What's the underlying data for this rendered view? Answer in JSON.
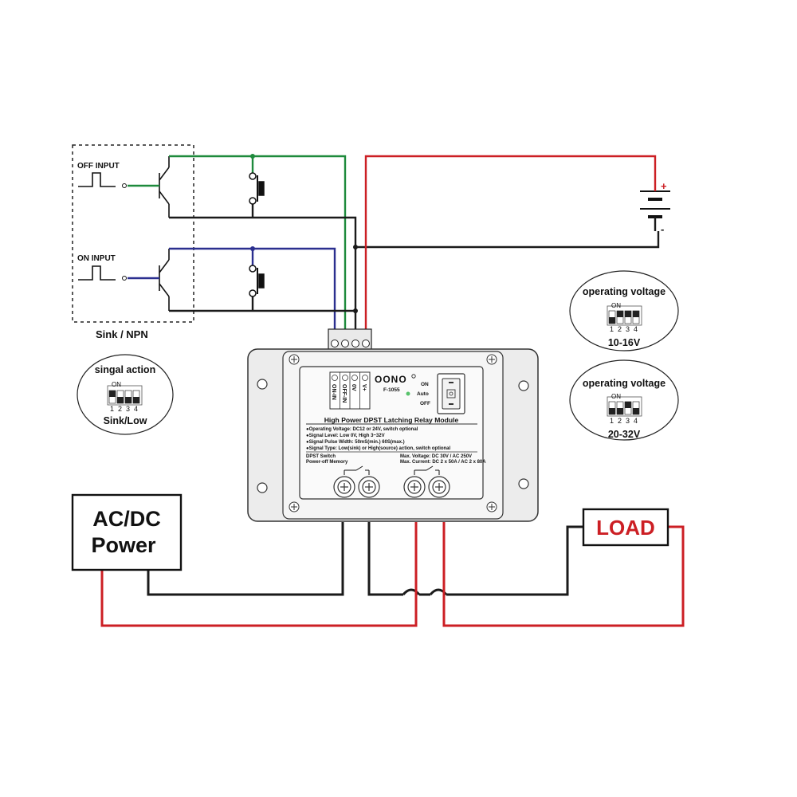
{
  "inputs": {
    "off_label": "OFF INPUT",
    "on_label": "ON INPUT",
    "group_label": "Sink / NPN"
  },
  "signal_bubble": {
    "title": "singal action",
    "dip_on": "ON",
    "dip_numbers": [
      "1",
      "2",
      "3",
      "4"
    ],
    "caption": "Sink/Low"
  },
  "voltage_bubbles": [
    {
      "title": "operating voltage",
      "dip_on": "ON",
      "dip_numbers": [
        "1",
        "2",
        "3",
        "4"
      ],
      "caption": "10-16V"
    },
    {
      "title": "operating voltage",
      "dip_on": "ON",
      "dip_numbers": [
        "1",
        "2",
        "3",
        "4"
      ],
      "caption": "20-32V"
    }
  ],
  "module": {
    "brand": "OONO",
    "model": "F-1055",
    "terminals": [
      "ON-IN",
      "OFF-IN",
      "0V",
      "V+"
    ],
    "switch_labels": {
      "on": "ON",
      "auto": "Auto",
      "off": "OFF"
    },
    "title": "High Power DPST Latching Relay Module",
    "specs": [
      "●Operating Voltage: DC12 or 24V, switch optional",
      "●Signal Level: Low 0V, High 3~32V",
      "●Signal Pulse Width: 50mS(min.) 60S(max.)",
      "●Signal Type: Low(sink) or High(source) action, switch optional"
    ],
    "left_notes": [
      "DPST Switch",
      "Power-off Memory"
    ],
    "right_notes": [
      "Max. Voltage: DC 30V / AC 250V",
      "Max. Current: DC 2 x 50A / AC 2 x 80A"
    ]
  },
  "power_box": {
    "line1": "AC/DC",
    "line2": "Power"
  },
  "load_box": {
    "label": "LOAD"
  },
  "battery": {
    "plus": "+",
    "minus": "-"
  },
  "colors": {
    "red": "#cc1f24",
    "green": "#1e8a3c",
    "blue": "#2b2f8f",
    "black": "#1a1a1a",
    "module_fill": "#f2f2f2"
  }
}
